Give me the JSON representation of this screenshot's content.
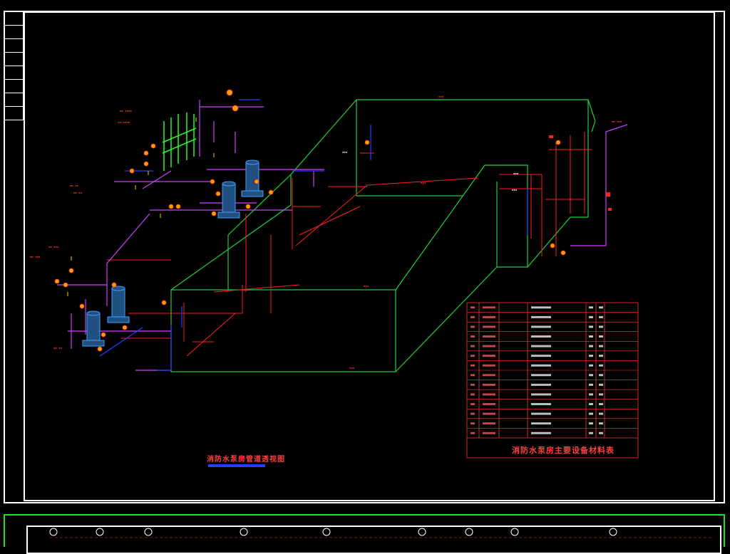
{
  "drawing": {
    "title": "消防水泵房管道透视图",
    "table_caption": "消防水泵房主要设备材料表",
    "colors": {
      "background": "#000000",
      "frame": "#ffffff",
      "tank": "#20d040",
      "pipe_red": "#ff2020",
      "pipe_magenta": "#d040ff",
      "pipe_blue": "#2040ff",
      "equipment": "#40a0ff",
      "valves": "#ffd000",
      "green_fittings": "#20ff20"
    }
  },
  "equipment_table": {
    "rows": 14
  },
  "bottom_sheet": {
    "grid_markers": 9
  }
}
